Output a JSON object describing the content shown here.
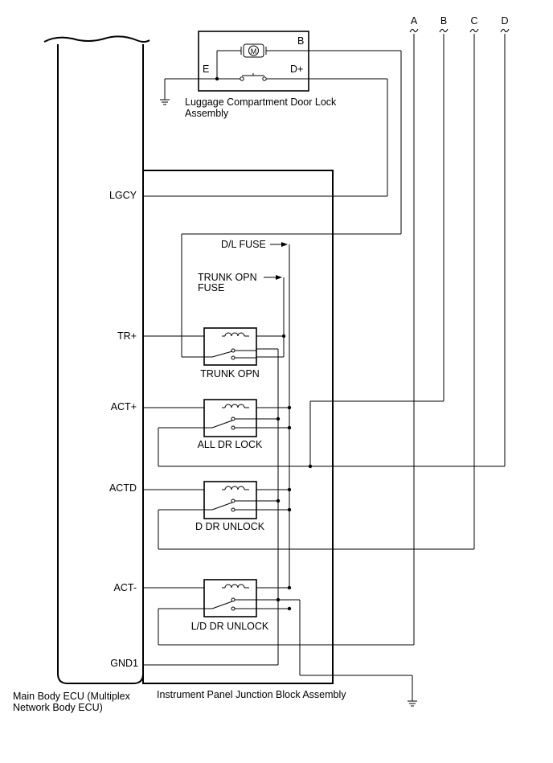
{
  "connectors": {
    "a": "A",
    "b": "B",
    "c": "C",
    "d": "D"
  },
  "door_lock": {
    "title_line1": "Luggage Compartment Door Lock",
    "title_line2": "Assembly",
    "pin_b": "B",
    "pin_e": "E",
    "pin_dplus": "D+",
    "motor": "M"
  },
  "ecu": {
    "title_line1": "Main Body ECU (Multiplex",
    "title_line2": "Network Body ECU)",
    "pins": {
      "lgcy": "LGCY",
      "tr_plus": "TR+",
      "act_plus": "ACT+",
      "actd": "ACTD",
      "act_minus": "ACT-",
      "gnd1": "GND1"
    }
  },
  "junction_block": {
    "title": "Instrument Panel Junction Block Assembly",
    "fuse_dl": "D/L FUSE",
    "fuse_trunk_line1": "TRUNK OPN",
    "fuse_trunk_line2": "FUSE",
    "relays": {
      "trunk_opn": "TRUNK OPN",
      "all_dr_lock": "ALL DR LOCK",
      "d_dr_unlock": "D DR UNLOCK",
      "ld_dr_unlock": "L/D DR UNLOCK"
    }
  }
}
